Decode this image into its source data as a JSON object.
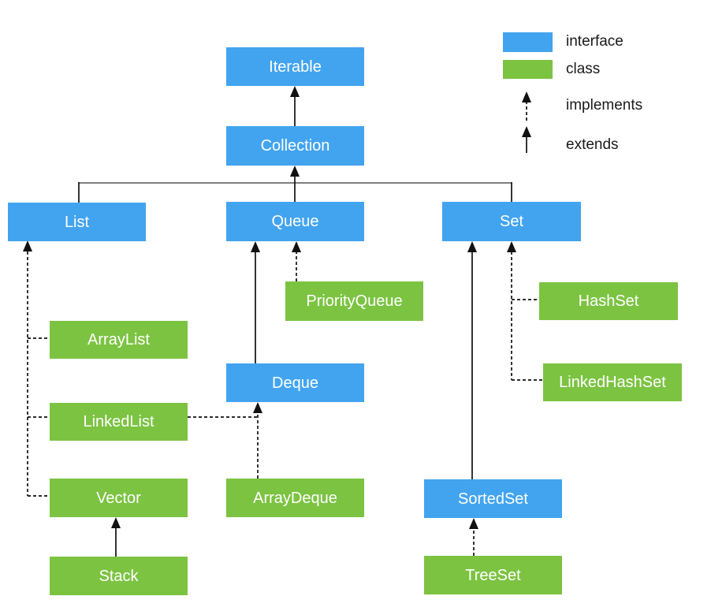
{
  "colors": {
    "interface": "#42A4EF",
    "class": "#7CC342",
    "connector": "#111111",
    "tree_line": "#7f7f7f",
    "text": "#1a1a1a"
  },
  "legend": {
    "interface_label": "interface",
    "class_label": "class",
    "implements_label": "implements",
    "extends_label": "extends"
  },
  "nodes": {
    "iterable": {
      "label": "Iterable",
      "type": "interface"
    },
    "collection": {
      "label": "Collection",
      "type": "interface"
    },
    "list": {
      "label": "List",
      "type": "interface"
    },
    "queue": {
      "label": "Queue",
      "type": "interface"
    },
    "set": {
      "label": "Set",
      "type": "interface"
    },
    "deque": {
      "label": "Deque",
      "type": "interface"
    },
    "sortedset": {
      "label": "SortedSet",
      "type": "interface"
    },
    "priorityqueue": {
      "label": "PriorityQueue",
      "type": "class"
    },
    "arraylist": {
      "label": "ArrayList",
      "type": "class"
    },
    "linkedlist": {
      "label": "LinkedList",
      "type": "class"
    },
    "vector": {
      "label": "Vector",
      "type": "class"
    },
    "stack": {
      "label": "Stack",
      "type": "class"
    },
    "arraydeque": {
      "label": "ArrayDeque",
      "type": "class"
    },
    "hashset": {
      "label": "HashSet",
      "type": "class"
    },
    "linkedhashset": {
      "label": "LinkedHashSet",
      "type": "class"
    },
    "treeset": {
      "label": "TreeSet",
      "type": "class"
    }
  },
  "edges": [
    {
      "from": "Collection",
      "to": "Iterable",
      "type": "extends"
    },
    {
      "from": "List",
      "to": "Collection",
      "type": "extends"
    },
    {
      "from": "Queue",
      "to": "Collection",
      "type": "extends"
    },
    {
      "from": "Set",
      "to": "Collection",
      "type": "extends"
    },
    {
      "from": "ArrayList",
      "to": "List",
      "type": "implements"
    },
    {
      "from": "LinkedList",
      "to": "List",
      "type": "implements"
    },
    {
      "from": "Vector",
      "to": "List",
      "type": "implements"
    },
    {
      "from": "Stack",
      "to": "Vector",
      "type": "extends"
    },
    {
      "from": "PriorityQueue",
      "to": "Queue",
      "type": "implements"
    },
    {
      "from": "Deque",
      "to": "Queue",
      "type": "extends"
    },
    {
      "from": "LinkedList",
      "to": "Deque",
      "type": "implements"
    },
    {
      "from": "ArrayDeque",
      "to": "Deque",
      "type": "implements"
    },
    {
      "from": "HashSet",
      "to": "Set",
      "type": "implements"
    },
    {
      "from": "LinkedHashSet",
      "to": "Set",
      "type": "implements"
    },
    {
      "from": "SortedSet",
      "to": "Set",
      "type": "extends"
    },
    {
      "from": "TreeSet",
      "to": "SortedSet",
      "type": "implements"
    }
  ]
}
